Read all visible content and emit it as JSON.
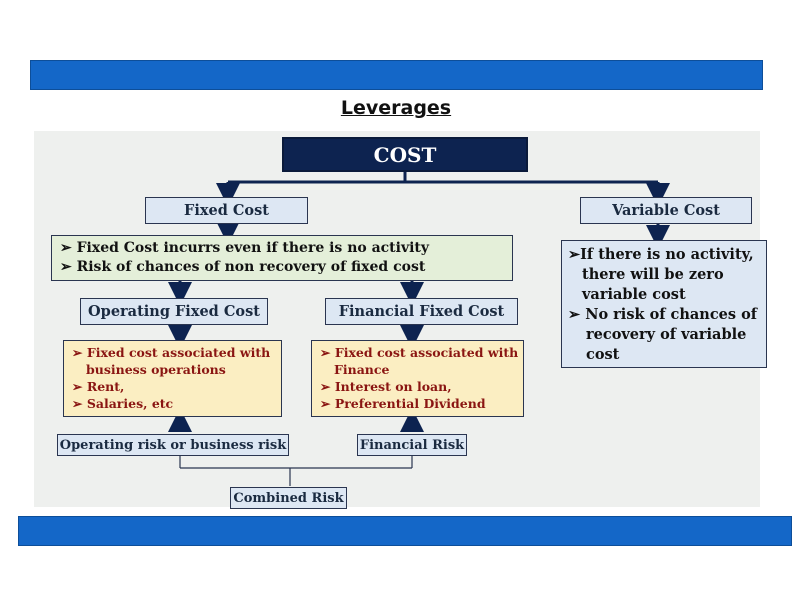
{
  "title": "Leverages",
  "nodes": {
    "cost": "COST",
    "fixed_cost": "Fixed Cost",
    "variable_cost": "Variable Cost",
    "operating_fixed_cost": "Operating Fixed Cost",
    "financial_fixed_cost": "Financial Fixed Cost",
    "operating_risk": "Operating risk or business risk",
    "financial_risk": "Financial Risk",
    "combined_risk": "Combined Risk"
  },
  "fixed_notes": [
    "➢ Fixed Cost incurrs even if there is no activity",
    "➢ Risk of chances of non recovery of fixed cost"
  ],
  "variable_notes": [
    "➢If there is no activity,",
    "there will be zero",
    "variable cost",
    "➢ No risk of chances of",
    "recovery of variable",
    "cost"
  ],
  "operating_notes": [
    "➢ Fixed cost associated with",
    "business operations",
    "➢ Rent,",
    "➢ Salaries, etc"
  ],
  "financial_notes": [
    "➢ Fixed cost associated with",
    "Finance",
    "➢ Interest on loan,",
    "➢ Preferential Dividend"
  ],
  "colors": {
    "bar": "#1467c8",
    "cost_box": "#0d2350",
    "node_fill": "#dde7f3",
    "note_fill": "#e4efd9",
    "yellow_fill": "#fbeec2",
    "red_text": "#8a1512"
  }
}
